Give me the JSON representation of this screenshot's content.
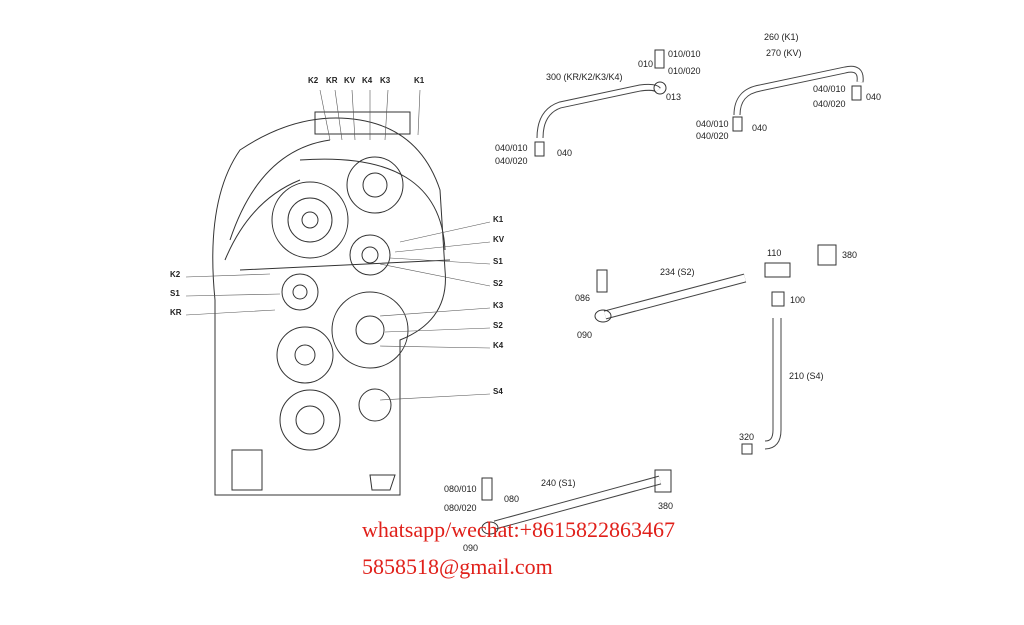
{
  "gearbox_labels": {
    "top": [
      "K2",
      "KR",
      "KV",
      "K4",
      "K3",
      "K1"
    ],
    "right": [
      "K1",
      "KV",
      "S1",
      "S2",
      "K3",
      "S2",
      "K4",
      "S4"
    ],
    "left": [
      "K2",
      "S1",
      "KR"
    ]
  },
  "hose_300": {
    "title": "300 (KR/K2/K3/K4)",
    "p1": "010/010",
    "p2": "010",
    "p3": "010/020",
    "p4": "013",
    "p5": "040/010",
    "p6": "040/020",
    "p7": "040"
  },
  "hose_260_270": {
    "t1": "260 (K1)",
    "t2": "270 (KV)",
    "a1": "040/010",
    "a2": "040/020",
    "a3": "040",
    "b1": "040/010",
    "b2": "040/020",
    "b3": "040"
  },
  "hose_234_210": {
    "t1": "234 (S2)",
    "t2": "210 (S4)",
    "p110": "110",
    "p380": "380",
    "p086": "086",
    "p100": "100",
    "p090": "090",
    "p320": "320"
  },
  "hose_240": {
    "title": "240 (S1)",
    "p1": "080/010",
    "p2": "080",
    "p3": "080/020",
    "p4": "380",
    "p5": "090"
  },
  "watermark": {
    "line1": "whatsapp/wechat:+8615822863467",
    "line2": "5858518@gmail.com"
  }
}
